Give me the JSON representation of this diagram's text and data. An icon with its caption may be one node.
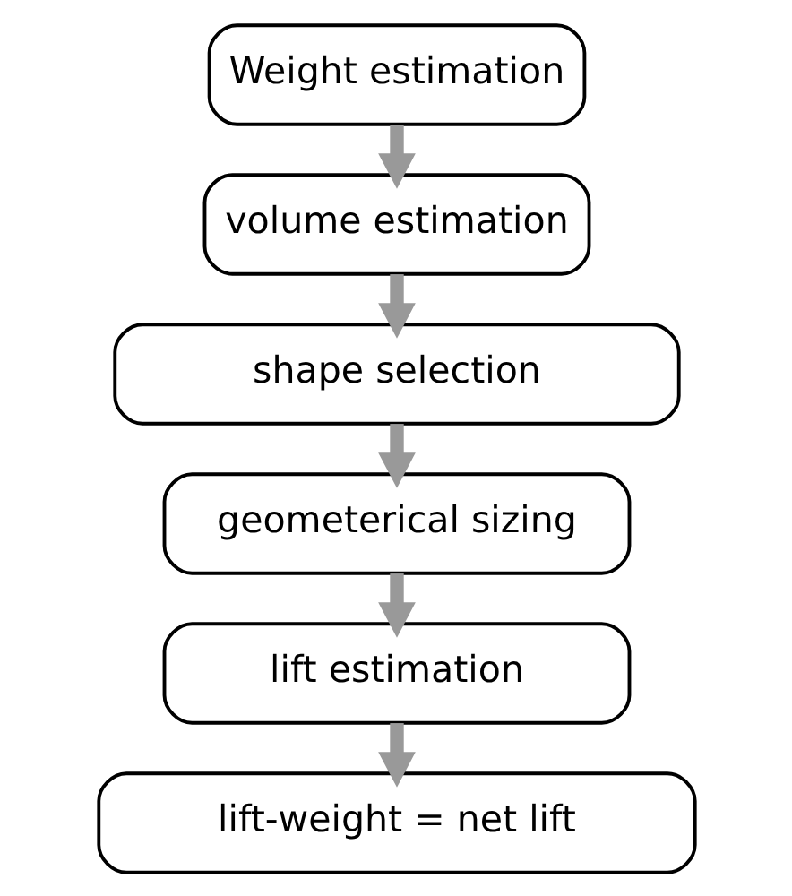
{
  "diagram": {
    "nodes": [
      {
        "text": [
          "Weight estimation"
        ]
      },
      {
        "text": [
          "volume estimation"
        ]
      },
      {
        "text": [
          "shape selection"
        ]
      },
      {
        "text": [
          "geometerical sizing"
        ]
      },
      {
        "text": [
          "lift estimation"
        ]
      },
      {
        "text": [
          "lift-weight = net lift"
        ]
      }
    ],
    "edges": [
      {
        "from": 0,
        "to": 1,
        "arrow": "to"
      },
      {
        "from": 1,
        "to": 2,
        "arrow": "to"
      },
      {
        "from": 2,
        "to": 3,
        "arrow": "to"
      },
      {
        "from": 3,
        "to": 4,
        "arrow": "to"
      },
      {
        "from": 4,
        "to": 5,
        "arrow": "to"
      }
    ]
  }
}
